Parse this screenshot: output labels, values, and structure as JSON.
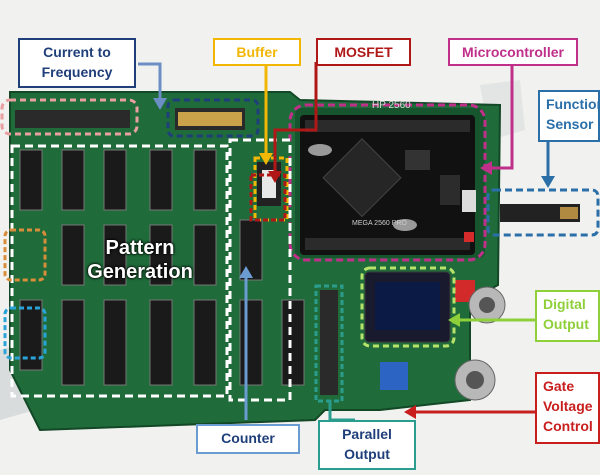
{
  "labels": {
    "current_to_frequency": "Current to Frequency",
    "buffer": "Buffer",
    "mosfet": "MOSFET",
    "microcontroller": "Microcontroller",
    "function_sensor": "Function Sensor",
    "pattern_generation": "Pattern Generation",
    "digital_output": "Digital Output",
    "gate_voltage_control": "Gate Voltage Control",
    "counter": "Counter",
    "parallel_output": "Parallel Output"
  },
  "board_silkscreen": {
    "mcu_top_text": "HP 2560",
    "mcu_chip_text": "MEGA 2560 PRO"
  },
  "colors": {
    "current_to_frequency": "#1f3f7a",
    "buffer": "#f2b705",
    "mosfet": "#b01818",
    "microcontroller": "#c0308a",
    "function_sensor": "#2a6fa8",
    "pattern_generation": "#ffffff",
    "digital_output": "#8fcf3a",
    "gate_voltage_control": "#c81e1e",
    "counter": "#6a9bd1",
    "parallel_output": "#2a9d8f",
    "pcb": "#1f6b3a",
    "pcb_dark": "#16552d"
  }
}
